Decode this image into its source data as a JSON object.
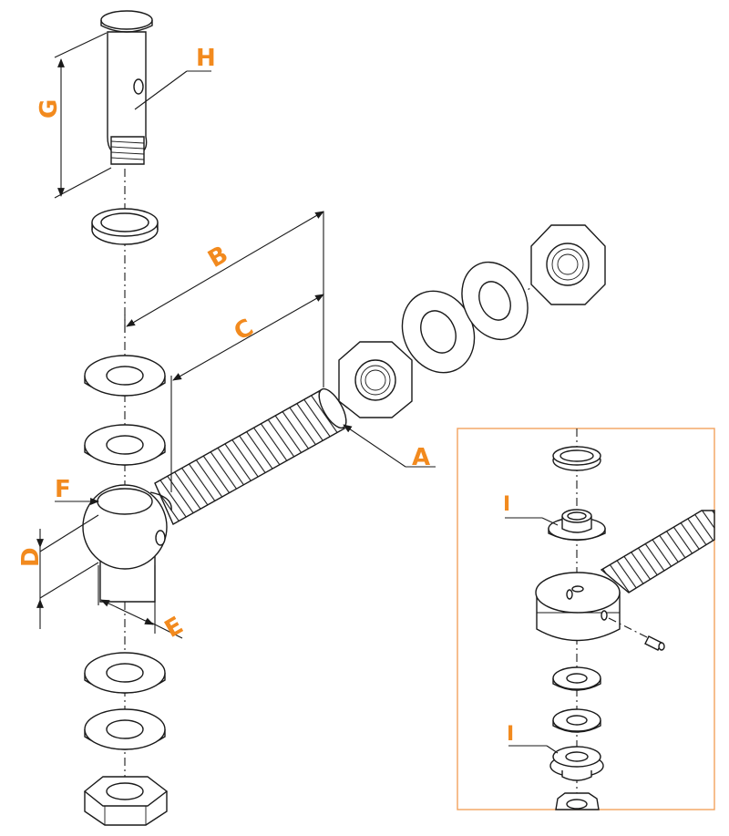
{
  "labels": {
    "A": "A",
    "B": "B",
    "C": "C",
    "D": "D",
    "E": "E",
    "F": "F",
    "G": "G",
    "H": "H",
    "I_upper": "I",
    "I_lower": "I"
  },
  "colors": {
    "label": "#f28a1e",
    "inset_border": "#f2a25e",
    "line": "#1a1a1a"
  }
}
